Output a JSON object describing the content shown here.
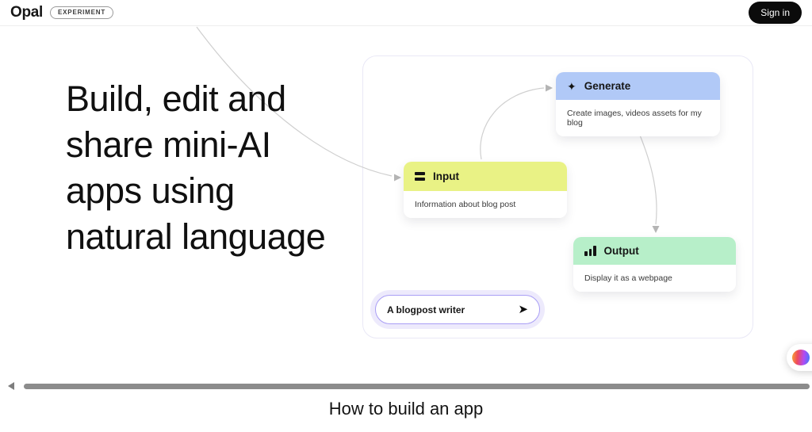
{
  "header": {
    "logo": "Opal",
    "badge": "EXPERIMENT",
    "sign_in_label": "Sign in"
  },
  "hero": {
    "headline": "Build, edit and\nshare mini-AI\napps using\nnatural language"
  },
  "diagram": {
    "nodes": [
      {
        "id": "generate",
        "title": "Generate",
        "description": "Create images, videos assets for my blog",
        "header_color": "#b1c9f7",
        "icon": "sparkle-icon"
      },
      {
        "id": "input",
        "title": "Input",
        "description": "Information about blog post",
        "header_color": "#e9f285",
        "icon": "input-lines-icon"
      },
      {
        "id": "output",
        "title": "Output",
        "description": "Display it as a webpage",
        "header_color": "#b7efc9",
        "icon": "bar-chart-icon"
      }
    ],
    "prompt": {
      "value": "A blogpost writer"
    }
  },
  "footer": {
    "section_title": "How to build an app"
  },
  "icons": {
    "sparkle_glyph": "✦",
    "send_glyph": "➤"
  },
  "colors": {
    "generate_header": "#b1c9f7",
    "input_header": "#e9f285",
    "output_header": "#b7efc9",
    "prompt_border": "#a99ef5",
    "prompt_halo": "#edeafc",
    "sign_in_bg": "#0b0b0b",
    "scrollbar": "#8c8c8c",
    "connector": "#cfcfcf"
  }
}
